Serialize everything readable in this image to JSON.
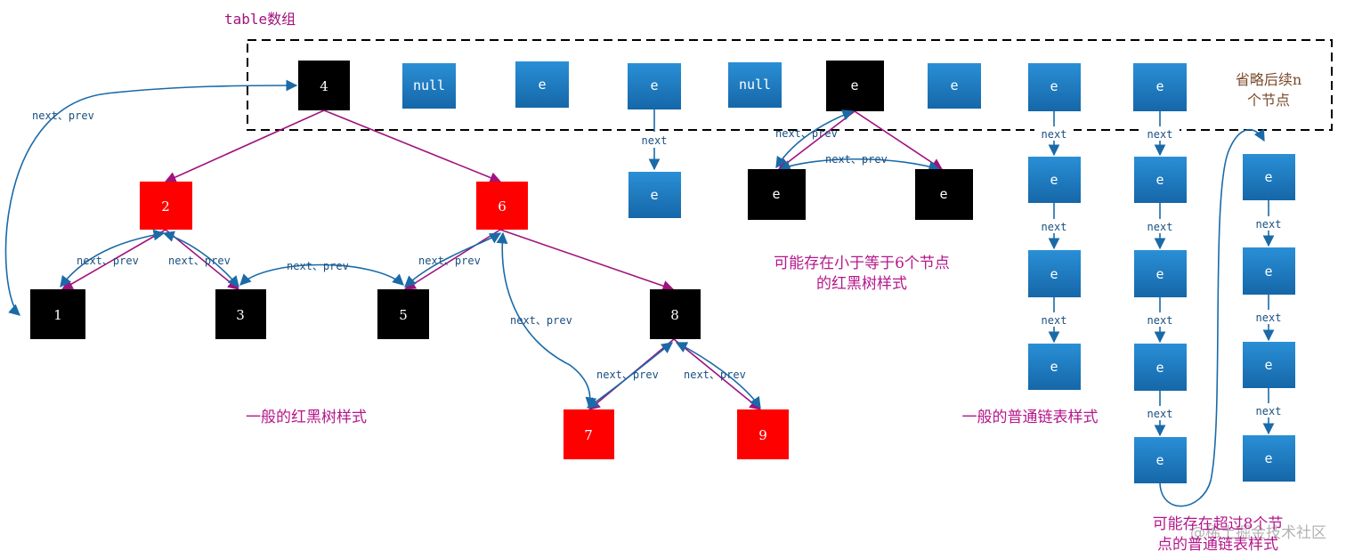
{
  "title": "table数组",
  "slots": [
    "4",
    "null",
    "e",
    "e",
    "null",
    "e",
    "e",
    "e",
    "e"
  ],
  "omitted_text": [
    "省略后续n",
    "个节点"
  ],
  "edge_label_next_prev": "next、prev",
  "edge_label_next": "next",
  "tree_nodes": {
    "n2": "2",
    "n6": "6",
    "n1": "1",
    "n3": "3",
    "n5": "5",
    "n8": "8",
    "n7": "7",
    "n9": "9"
  },
  "element_label": "e",
  "captions": {
    "rbtree_general": "一般的红黑树样式",
    "rbtree_small": [
      "可能存在小于等于6个节点",
      "的红黑树样式"
    ],
    "list_general": "一般的普通链表样式",
    "list_long": [
      "可能存在超过8个节",
      "点的普通链表样式"
    ]
  },
  "watermark": "@稀土掘金技术社区",
  "colors": {
    "black_node": "#000000",
    "red_node": "#ff0000",
    "blue_node": "#1e7fc8",
    "tree_edge": "#a0127e",
    "link_edge": "#1a6aa8",
    "caption": "#b5178b",
    "dark_text": "#333333"
  }
}
